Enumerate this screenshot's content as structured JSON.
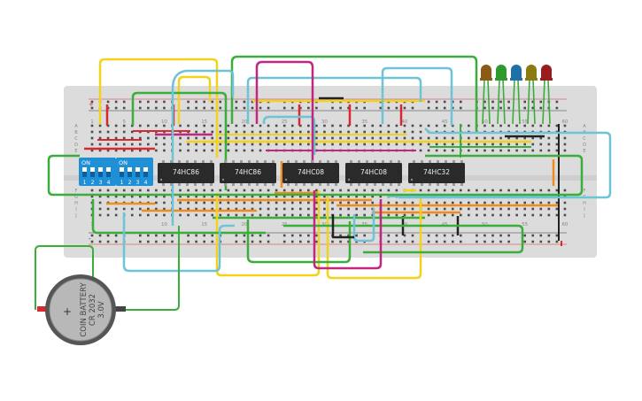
{
  "chips": [
    {
      "label": "74HC86"
    },
    {
      "label": "74HC86"
    },
    {
      "label": "74HC08"
    },
    {
      "label": "74HC08"
    },
    {
      "label": "74HC32"
    }
  ],
  "dip_switches": [
    {
      "on_label": "ON",
      "pins": [
        "1",
        "2",
        "3",
        "4"
      ]
    },
    {
      "on_label": "ON",
      "pins": [
        "1",
        "2",
        "3",
        "4"
      ]
    }
  ],
  "battery": {
    "line1": "COIN BATTERY",
    "line2": "CR 2032",
    "line3": "3.0V",
    "plus": "+"
  },
  "breadboard": {
    "top_col_numbers": [
      "1",
      "5",
      "10",
      "15",
      "20",
      "25",
      "30",
      "35",
      "40",
      "45",
      "50",
      "55",
      "60"
    ],
    "bottom_col_numbers": [
      "1",
      "5",
      "10",
      "15",
      "20",
      "25",
      "30",
      "35",
      "40",
      "45",
      "50",
      "55",
      "60"
    ],
    "rows_top": [
      "J",
      "I",
      "H",
      "G",
      "F"
    ],
    "rows_bottom": [
      "E",
      "D",
      "C",
      "B",
      "A"
    ],
    "rail_plus": "+",
    "rail_minus": "-"
  },
  "leds": [
    {
      "color": "#8b5a14"
    },
    {
      "color": "#2e9a2e"
    },
    {
      "color": "#1f6fa8"
    },
    {
      "color": "#8a7a10"
    },
    {
      "color": "#9b1c1c"
    }
  ],
  "wire_colors": {
    "yellow": "#f2d21b",
    "green": "#3aae3a",
    "cyan": "#6ec3d6",
    "magenta": "#c0287f",
    "red": "#d9282f",
    "orange": "#f08c1a",
    "black": "#222222"
  }
}
